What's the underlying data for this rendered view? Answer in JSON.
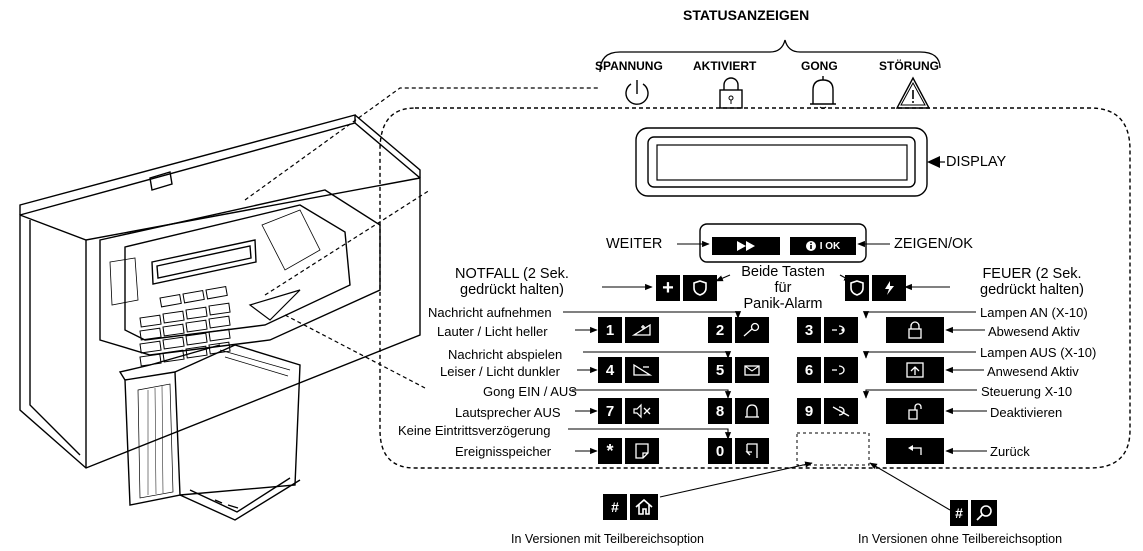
{
  "status": {
    "title": "STATUSANZEIGEN",
    "labels": [
      "SPANNUNG",
      "AKTIVIERT",
      "GONG",
      "STÖRUNG"
    ],
    "icons": [
      "power-icon",
      "padlock-icon",
      "bell-icon",
      "warning-triangle-icon"
    ]
  },
  "display_label": "DISPLAY",
  "nav": {
    "weiter": "WEITER",
    "zeigen_ok": "ZEIGEN/OK",
    "ok_key_text": "I OK"
  },
  "panic": {
    "notfall": [
      "NOTFALL (2 Sek.",
      "gedrückt halten)"
    ],
    "beide": [
      "Beide Tasten",
      "für",
      "Panik-Alarm"
    ],
    "feuer": [
      "FEUER (2 Sek.",
      "gedrückt halten)"
    ]
  },
  "left_labels": [
    "Nachricht aufnehmen",
    "Lauter / Licht heller",
    "Nachricht abspielen",
    "Leiser / Licht dunkler",
    "Gong EIN / AUS",
    "Lautsprecher AUS",
    "Keine Eintrittsverzögerung",
    "Ereignisspeicher"
  ],
  "right_labels": [
    "Lampen AN (X-10)",
    "Abwesend Aktiv",
    "Lampen AUS (X-10)",
    "Anwesend Aktiv",
    "Steuerung X-10",
    "Deaktivieren",
    "Zurück"
  ],
  "keys": {
    "k1": "1",
    "k2": "2",
    "k3": "3",
    "k4": "4",
    "k5": "5",
    "k6": "6",
    "k7": "7",
    "k8": "8",
    "k9": "9",
    "kstar": "*",
    "k0": "0",
    "khash": "#"
  },
  "bottom": {
    "with_partition": "In Versionen mit Teilbereichsoption",
    "without_partition": "In Versionen ohne Teilbereichsoption"
  }
}
